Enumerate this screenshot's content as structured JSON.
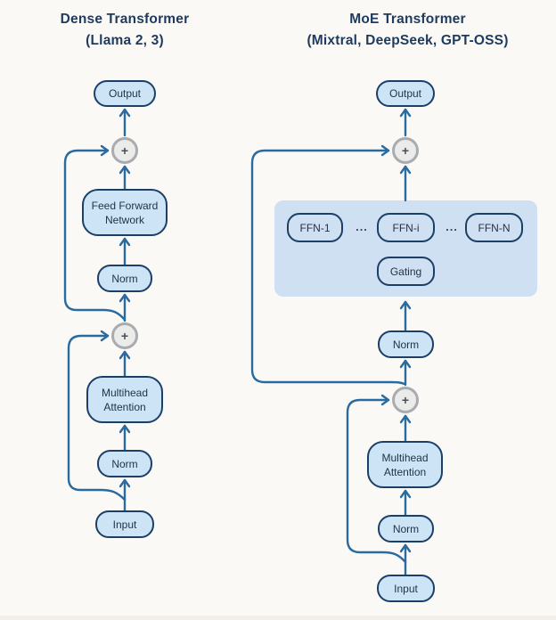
{
  "colors": {
    "background": "#fbf9f6",
    "box_fill": "#cde4f7",
    "box_border": "#1c3f66",
    "panel_fill": "#cfe0f3",
    "line": "#2a6b9f",
    "circle_fill": "#ebebe9",
    "circle_ring": "#a9abae",
    "title_text": "#1d3a5f",
    "box_text": "#1f3147"
  },
  "symbols": {
    "add": "+",
    "ellipsis": "..."
  },
  "left": {
    "title_line1": "Dense Transformer",
    "title_line2": "(Llama 2, 3)",
    "nodes": {
      "output": "Output",
      "ffn": "Feed Forward\nNetwork",
      "norm_post": "Norm",
      "mha": "Multihead\nAttention",
      "norm_pre": "Norm",
      "input": "Input"
    }
  },
  "right": {
    "title_line1": "MoE Transformer",
    "title_line2": "(Mixtral, DeepSeek, GPT-OSS)",
    "nodes": {
      "output": "Output",
      "ffn_1": "FFN-1",
      "ffn_i": "FFN-i",
      "ffn_n": "FFN-N",
      "gating": "Gating",
      "norm_post": "Norm",
      "mha": "Multihead\nAttention",
      "norm_pre": "Norm",
      "input": "Input"
    }
  }
}
